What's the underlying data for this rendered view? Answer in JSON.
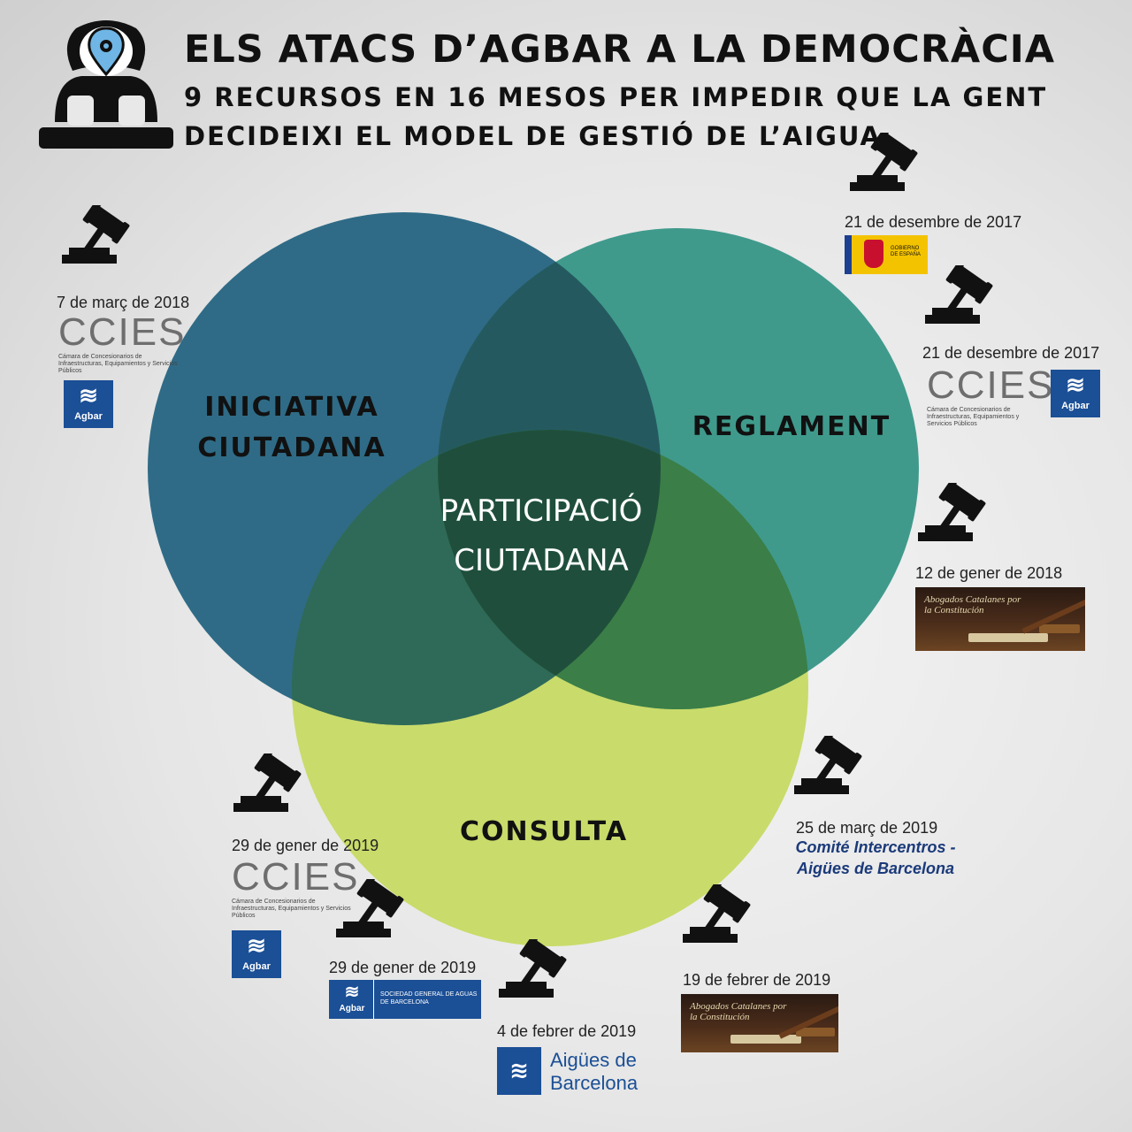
{
  "header": {
    "title": "ELS ATACS D’AGBAR A LA DEMOCRÀCIA",
    "subtitle_line1": "9 RECURSOS EN 16 MESOS PER IMPEDIR QUE LA GENT",
    "subtitle_line2": "DECIDEIXI EL MODEL DE GESTIÓ DE L’AIGUA",
    "icon": "judge-icon"
  },
  "venn": {
    "circle_left_label_line1": "INICIATIVA",
    "circle_left_label_line2": "CIUTADANA",
    "circle_right_label": "REGLAMENT",
    "circle_bottom_label": "CONSULTA",
    "center_label_line1": "PARTICIPACIÓ",
    "center_label_line2": "CIUTADANA",
    "colors": {
      "left": "#2f6b86",
      "right": "#3f9a8c",
      "bottom": "#c9db6a",
      "triple": "#1f4f3c"
    }
  },
  "appeals": [
    {
      "date": "21 de desembre de 2017",
      "logo": "gobierno-de-espana",
      "logo_text": [
        "GOBIERNO",
        "DE ESPAÑA"
      ]
    },
    {
      "date": "21 de desembre de 2017",
      "logo": "ccies-agbar"
    },
    {
      "date": "12 de gener de 2018",
      "logo": "abogados-catalanes"
    },
    {
      "date": "7 de març de 2018",
      "logo": "ccies-agbar"
    },
    {
      "date": "29 de gener de 2019",
      "logo": "ccies-agbar"
    },
    {
      "date": "29 de gener de 2019",
      "logo": "agbar-sgab"
    },
    {
      "date": "4 de febrer de 2019",
      "logo": "aigues-de-barcelona"
    },
    {
      "date": "19 de febrer de 2019",
      "logo": "abogados-catalanes"
    },
    {
      "date": "25 de març de 2019",
      "logo": "comite-intercentros"
    }
  ],
  "logos": {
    "ccies_big": "CCIES",
    "ccies_small": "Cámara de Concesionarios de Infraestructuras, Equipamientos y Servicios Públicos",
    "agbar": "Agbar",
    "abogados": "Abogados Catalanes por la Constitución",
    "aigues_line1": "Aigües de",
    "aigues_line2": "Barcelona",
    "sgab": "SOCIEDAD GENERAL DE AGUAS DE BARCELONA",
    "comite_line1": "Comité Intercentros -",
    "comite_line2": "Aigües de Barcelona"
  }
}
